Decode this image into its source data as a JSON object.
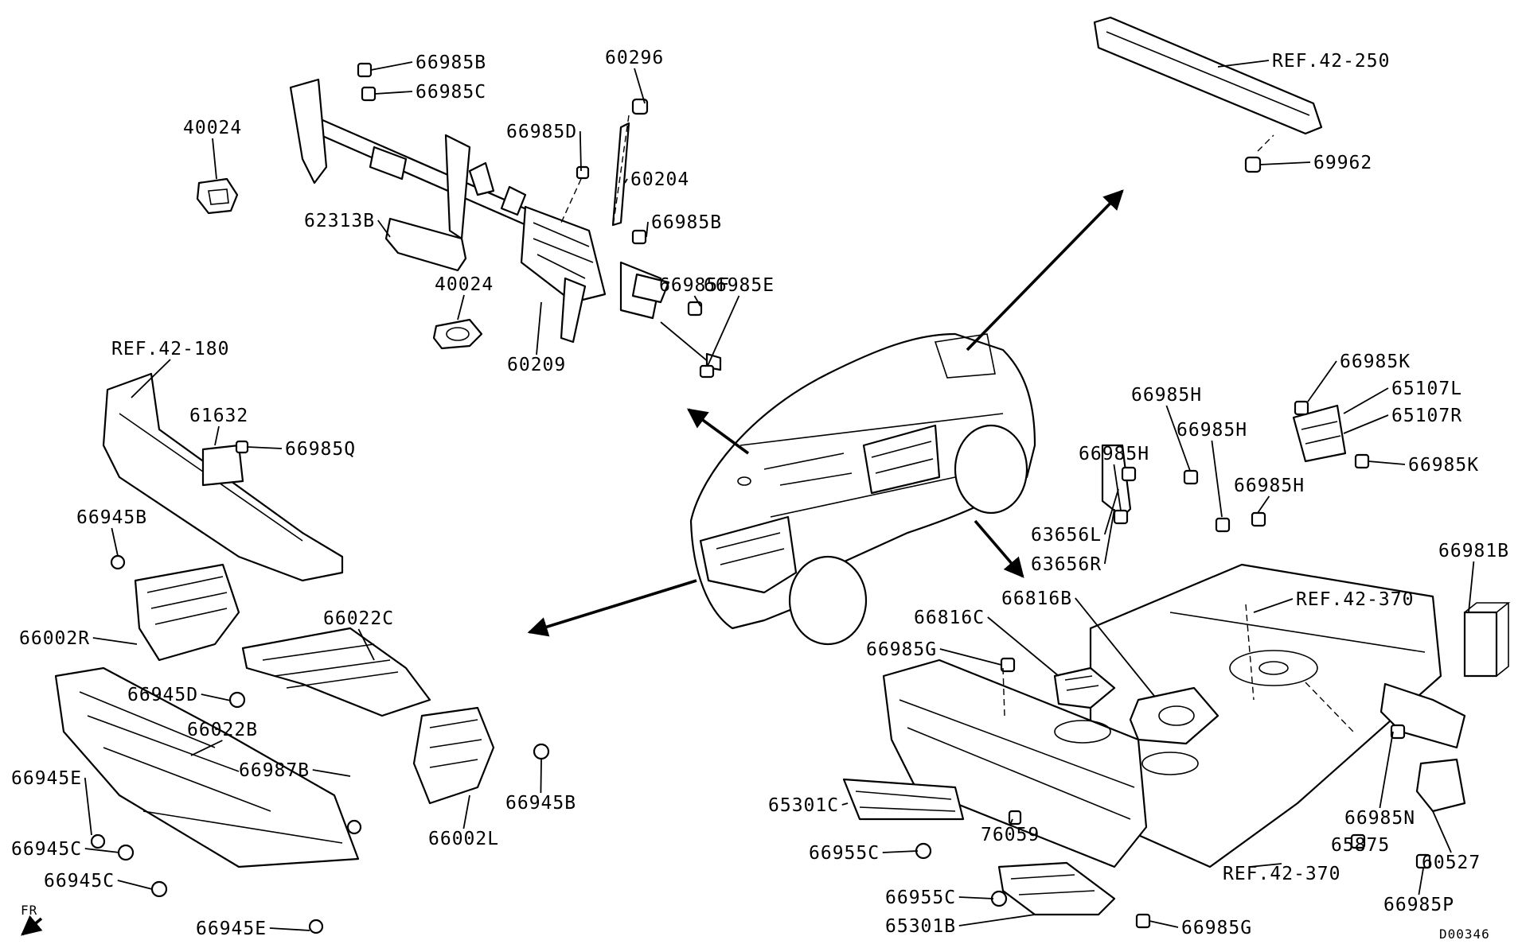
{
  "diagram": {
    "code": "D00346",
    "direction": "FR",
    "labels": [
      {
        "id": "l1",
        "text": "66985B"
      },
      {
        "id": "l2",
        "text": "66985C"
      },
      {
        "id": "l3",
        "text": "60296"
      },
      {
        "id": "l4",
        "text": "40024"
      },
      {
        "id": "l5",
        "text": "66985D"
      },
      {
        "id": "l6",
        "text": "60204"
      },
      {
        "id": "l7",
        "text": "66985B"
      },
      {
        "id": "l8",
        "text": "62313B"
      },
      {
        "id": "l9",
        "text": "66985F"
      },
      {
        "id": "l10",
        "text": "40024"
      },
      {
        "id": "l11",
        "text": "66985E"
      },
      {
        "id": "l12",
        "text": "60209"
      },
      {
        "id": "l13",
        "text": "REF.42-250"
      },
      {
        "id": "l14",
        "text": "69962"
      },
      {
        "id": "l15",
        "text": "REF.42-180"
      },
      {
        "id": "l16",
        "text": "61632"
      },
      {
        "id": "l17",
        "text": "66985Q"
      },
      {
        "id": "l18",
        "text": "66945B"
      },
      {
        "id": "l19",
        "text": "66002R"
      },
      {
        "id": "l20",
        "text": "66022C"
      },
      {
        "id": "l21",
        "text": "66945D"
      },
      {
        "id": "l22",
        "text": "66022B"
      },
      {
        "id": "l23",
        "text": "66987B"
      },
      {
        "id": "l24",
        "text": "66945E"
      },
      {
        "id": "l25",
        "text": "66945B"
      },
      {
        "id": "l26",
        "text": "66945C"
      },
      {
        "id": "l27",
        "text": "66002L"
      },
      {
        "id": "l28",
        "text": "66945C"
      },
      {
        "id": "l29",
        "text": "66945E"
      },
      {
        "id": "l30",
        "text": "66985K"
      },
      {
        "id": "l31",
        "text": "65107L"
      },
      {
        "id": "l32",
        "text": "65107R"
      },
      {
        "id": "l33",
        "text": "66985H"
      },
      {
        "id": "l34",
        "text": "66985H"
      },
      {
        "id": "l35",
        "text": "66985K"
      },
      {
        "id": "l36",
        "text": "66985H"
      },
      {
        "id": "l37",
        "text": "66985H"
      },
      {
        "id": "l38",
        "text": "63656L"
      },
      {
        "id": "l39",
        "text": "63656R"
      },
      {
        "id": "l40",
        "text": "66981B"
      },
      {
        "id": "l41",
        "text": "66816B"
      },
      {
        "id": "l42",
        "text": "REF.42-370"
      },
      {
        "id": "l43",
        "text": "66816C"
      },
      {
        "id": "l44",
        "text": "66985G"
      },
      {
        "id": "l45",
        "text": "65301C"
      },
      {
        "id": "l46",
        "text": "76059"
      },
      {
        "id": "l47",
        "text": "65875"
      },
      {
        "id": "l48",
        "text": "66985N"
      },
      {
        "id": "l49",
        "text": "60527"
      },
      {
        "id": "l50",
        "text": "66955C"
      },
      {
        "id": "l51",
        "text": "REF.42-370"
      },
      {
        "id": "l52",
        "text": "66955C"
      },
      {
        "id": "l53",
        "text": "66985P"
      },
      {
        "id": "l54",
        "text": "65301B"
      },
      {
        "id": "l55",
        "text": "66985G"
      }
    ]
  }
}
